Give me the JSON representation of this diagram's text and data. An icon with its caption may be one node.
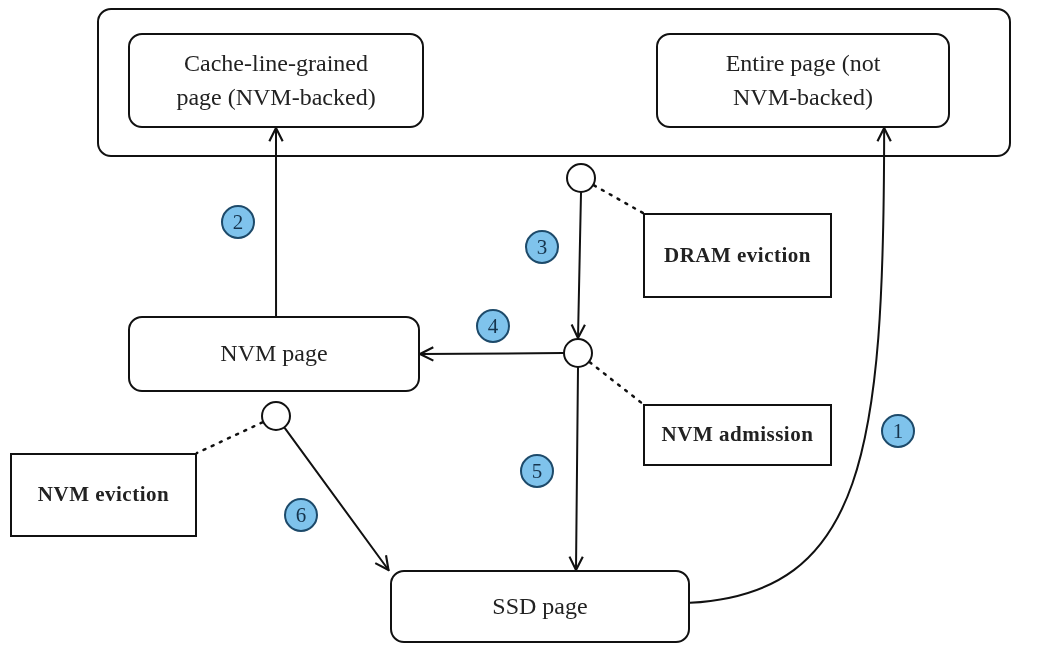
{
  "diagram": {
    "nodes": [
      {
        "text": [],
        "shape": "box"
      },
      {
        "text": [
          "Cache-line-grained page (NVM-backed)"
        ],
        "in": 0
      },
      {
        "text": [
          "Entire page (not NVM-backed)"
        ],
        "in": 0
      },
      {
        "text": [],
        "shape": "circle"
      },
      {
        "text": [
          "DRAM eviction"
        ]
      },
      {
        "text": [],
        "shape": "circle"
      },
      {
        "text": [
          "NVM page"
        ]
      },
      {
        "text": [
          "NVM admission"
        ]
      },
      {
        "text": [],
        "shape": "circle"
      },
      {
        "text": [
          "NVM eviction"
        ]
      },
      {
        "text": [
          "SSD page"
        ]
      }
    ],
    "edges": [
      {
        "from": 10,
        "to": 2,
        "arrow": "to",
        "label": "1"
      },
      {
        "from": 6,
        "to": 1,
        "arrow": "to",
        "label": "2"
      },
      {
        "from": 3,
        "to": 5,
        "arrow": "to",
        "label": "3"
      },
      {
        "from": 5,
        "to": 6,
        "arrow": "to",
        "label": "4"
      },
      {
        "from": 5,
        "to": 10,
        "arrow": "to",
        "label": "5"
      },
      {
        "from": 8,
        "to": 10,
        "arrow": "to",
        "label": "6"
      },
      {
        "from": 3,
        "to": 4,
        "arrow": "none",
        "style": "dashed"
      },
      {
        "from": 5,
        "to": 7,
        "arrow": "none",
        "style": "dashed"
      },
      {
        "from": 8,
        "to": 9,
        "arrow": "none",
        "style": "dashed"
      }
    ]
  }
}
